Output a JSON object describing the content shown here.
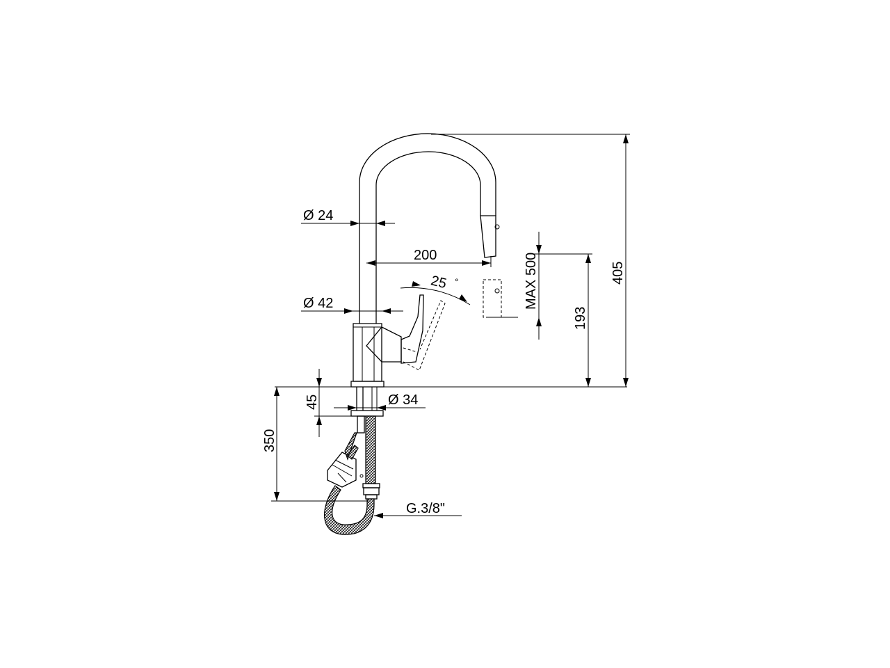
{
  "dimensions": {
    "spout_diameter": "Ø 24",
    "body_diameter": "Ø 42",
    "shank_diameter": "Ø 34",
    "spout_reach": "200",
    "lever_angle": "25",
    "degree_symbol": "°",
    "pullout_length": "MAX 500",
    "spout_outlet_height": "193",
    "total_height": "405",
    "deck_thickness": "45",
    "hose_length": "350",
    "connection": "G.3/8\""
  },
  "colors": {
    "line": "#000000",
    "background": "#ffffff"
  }
}
